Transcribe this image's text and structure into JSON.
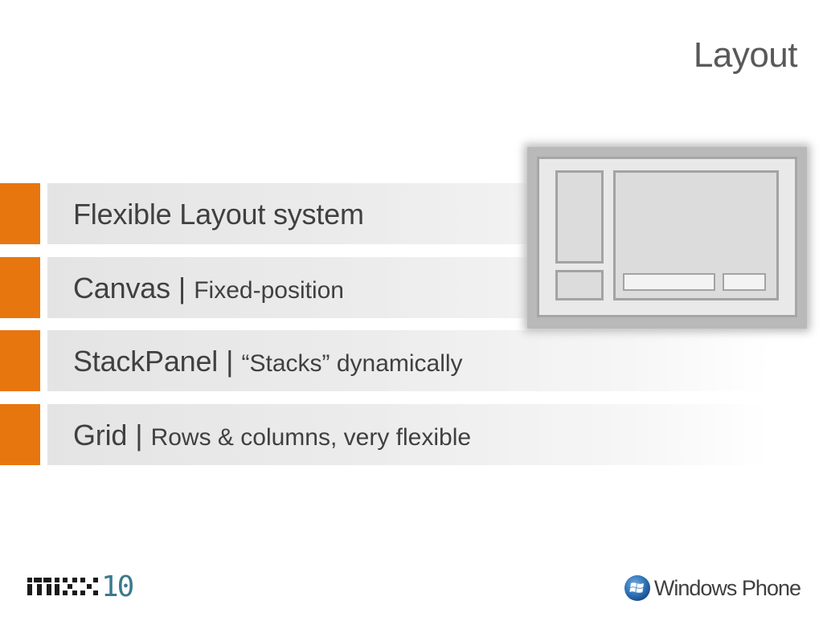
{
  "slide": {
    "title": "Layout"
  },
  "bullets": [
    {
      "main": "Flexible Layout system",
      "separator": "",
      "sub": ""
    },
    {
      "main": "Canvas",
      "separator": " | ",
      "sub": "Fixed-position"
    },
    {
      "main": "StackPanel",
      "separator": " | ",
      "sub": "“Stacks” dynamically"
    },
    {
      "main": "Grid",
      "separator": " | ",
      "sub": "Rows & columns, very flexible"
    }
  ],
  "colors": {
    "accent": "#e8760f",
    "title_text": "#595959",
    "body_text": "#404040",
    "mix_number": "#3a7a8c"
  },
  "footer": {
    "mix_logo_number": "10",
    "windows_phone_label": "Windows Phone",
    "mix_logo_icon": "mix-logo-icon",
    "windows_flag_icon": "windows-flag-icon"
  }
}
